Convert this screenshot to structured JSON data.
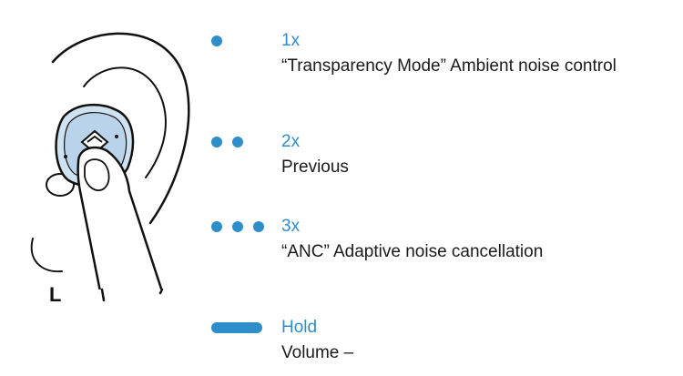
{
  "side_label": "L",
  "colors": {
    "accent": "#2e8ec9",
    "text": "#1a1a1a",
    "earbud": "#cfe2f1",
    "line": "#111111"
  },
  "controls": [
    {
      "gesture": "1x",
      "action": "“Transparency Mode” Ambient noise control",
      "indicator": "1-dot"
    },
    {
      "gesture": "2x",
      "action": "Previous",
      "indicator": "2-dots"
    },
    {
      "gesture": "3x",
      "action": "“ANC” Adaptive noise cancellation",
      "indicator": "3-dots"
    },
    {
      "gesture": "Hold",
      "action": "Volume –",
      "indicator": "bar"
    }
  ]
}
